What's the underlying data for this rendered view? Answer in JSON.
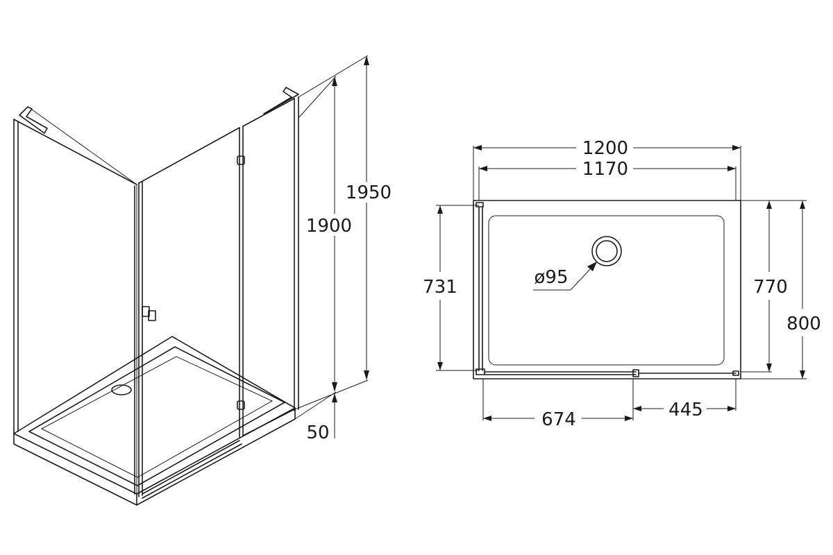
{
  "perspective_view": {
    "dim_total_height": "1950",
    "dim_panel_height": "1900",
    "dim_tray_height": "50"
  },
  "plan_view": {
    "dim_outer_width": "1200",
    "dim_inner_width": "1170",
    "dim_outer_depth": "800",
    "dim_inner_depth": "770",
    "dim_side_depth": "731",
    "dim_drain": "ø95",
    "dim_fixed_panel": "674",
    "dim_door_width": "445"
  }
}
